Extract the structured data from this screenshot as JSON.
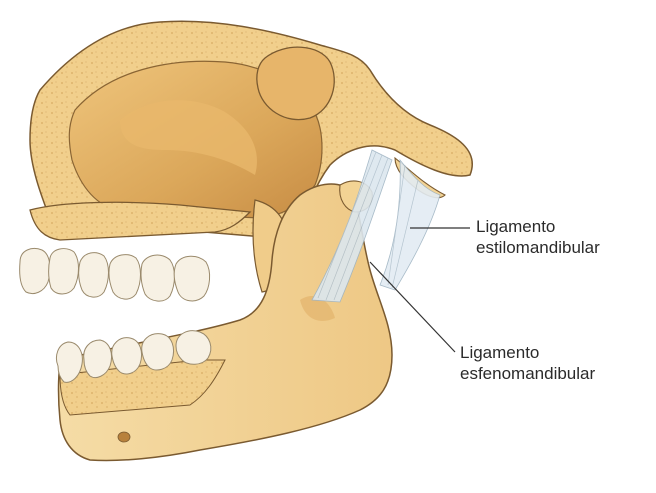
{
  "labels": {
    "stylomandibular": {
      "line1": "Ligamento",
      "line2": "estilomandibular"
    },
    "sphenomandibular": {
      "line1": "Ligamento",
      "line2": "esfenomandibular"
    }
  },
  "colors": {
    "bone": "#f3d394",
    "bone_shadow": "#d9a95c",
    "bone_outline": "#7a5a30",
    "cortex": "#f7e2b0",
    "tooth": "#f7f1e4",
    "ligament": "#dce7ef",
    "leader_line": "#333333"
  }
}
